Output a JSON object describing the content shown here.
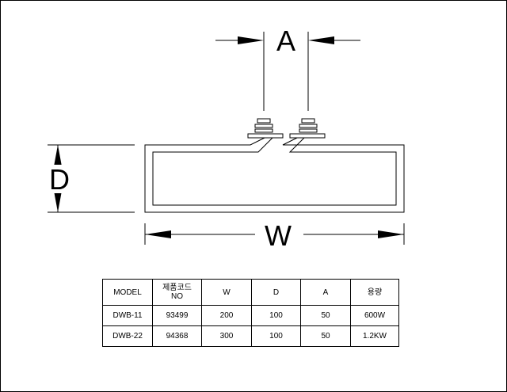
{
  "dimension_labels": {
    "a": "A",
    "d": "D",
    "w": "W"
  },
  "table": {
    "headers": [
      "MODEL",
      "제품코드",
      "W",
      "D",
      "A",
      "용량"
    ],
    "header_code_sub": "NO",
    "rows": [
      {
        "model": "DWB-11",
        "code": "93499",
        "w": "200",
        "d": "100",
        "a": "50",
        "capacity": "600W"
      },
      {
        "model": "DWB-22",
        "code": "94368",
        "w": "300",
        "d": "100",
        "a": "50",
        "capacity": "1.2KW"
      }
    ]
  },
  "colors": {
    "line": "#000000",
    "background": "#ffffff"
  }
}
